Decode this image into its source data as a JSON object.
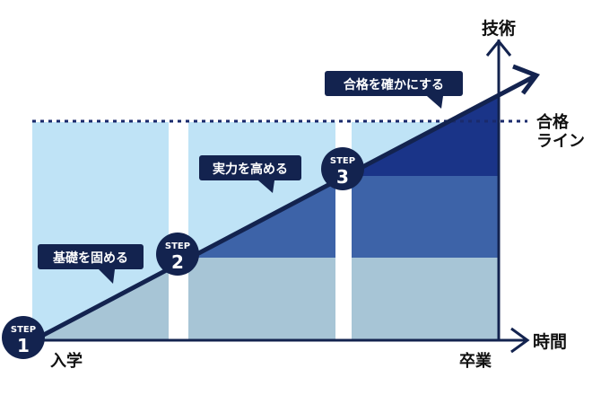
{
  "axes": {
    "y_label": "技術",
    "x_label": "時間",
    "start_label": "入学",
    "end_label": "卒業"
  },
  "pass_line": {
    "label_line1": "合格",
    "label_line2": "ライン"
  },
  "steps": [
    {
      "word": "STEP",
      "number": "1",
      "caption": ""
    },
    {
      "word": "STEP",
      "number": "2",
      "caption": "基礎を固める"
    },
    {
      "word": "STEP",
      "number": "3",
      "caption": "実力を高める"
    }
  ],
  "final_caption": "合格を確かにする",
  "colors": {
    "panel_light": "#bfe3f6",
    "tier1": "#a7c5d6",
    "tier2": "#3d63a8",
    "tier3": "#1a3488",
    "navy": "#13234f",
    "dotted_line": "#1a2a6c"
  }
}
